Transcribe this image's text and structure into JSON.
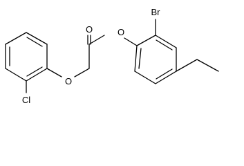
{
  "molecule": {
    "atoms": {
      "carbonyl_oxygen": "O",
      "ester_oxygen": "O",
      "ether_oxygen": "O",
      "bromine": "Br",
      "chlorine": "Cl"
    }
  }
}
